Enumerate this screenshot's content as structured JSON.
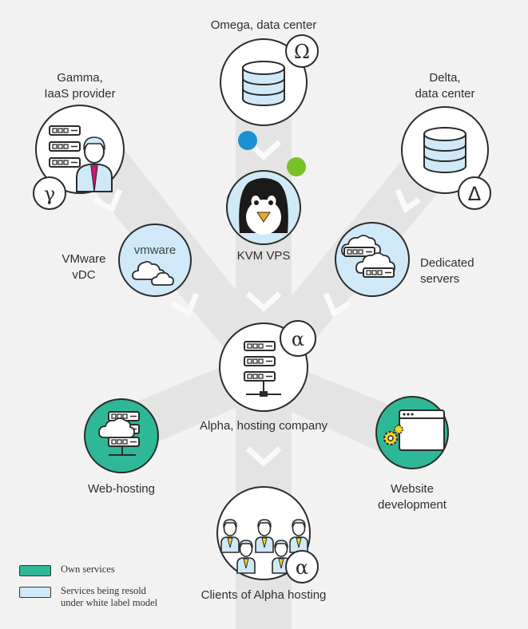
{
  "colors": {
    "background": "#f2f2f2",
    "arrow_fill": "#e4e4e4",
    "own_service": "#2fb898",
    "resold_service": "#cfe9f8",
    "node_white": "#ffffff",
    "outline": "#2b2b2b",
    "dot_blue": "#1a90d0",
    "dot_green": "#7ac02a",
    "dot_magenta": "#b01a7a"
  },
  "nodes": {
    "omega": {
      "label": "Omega, data center",
      "badge": "Ω",
      "icon": "database-icon"
    },
    "gamma": {
      "label_line1": "Gamma,",
      "label_line2": "IaaS provider",
      "badge": "γ",
      "icon": "server-admin-icon"
    },
    "delta": {
      "label_line1": "Delta,",
      "label_line2": "data center",
      "badge": "Δ",
      "icon": "database-icon"
    },
    "kvm": {
      "label": "KVM VPS",
      "icon": "penguin-icon"
    },
    "vmware": {
      "label_line1": "VMware",
      "label_line2": "vDC",
      "logo_text": "vmware",
      "icon": "cloud-icon"
    },
    "dedicated": {
      "label_line1": "Dedicated",
      "label_line2": "servers",
      "icon": "cloud-server-icon"
    },
    "alpha": {
      "label": "Alpha, hosting company",
      "badge": "α",
      "icon": "server-rack-icon"
    },
    "webhosting": {
      "label": "Web-hosting",
      "icon": "cloud-server-icon"
    },
    "webdev": {
      "label_line1": "Website",
      "label_line2": "development",
      "icon": "browser-gear-icon"
    },
    "clients": {
      "label": "Clients of Alpha hosting",
      "badge": "α",
      "icon": "people-icon"
    }
  },
  "legend": {
    "own": "Own services",
    "resold_line1": "Services being resold",
    "resold_line2": "under white label model"
  }
}
